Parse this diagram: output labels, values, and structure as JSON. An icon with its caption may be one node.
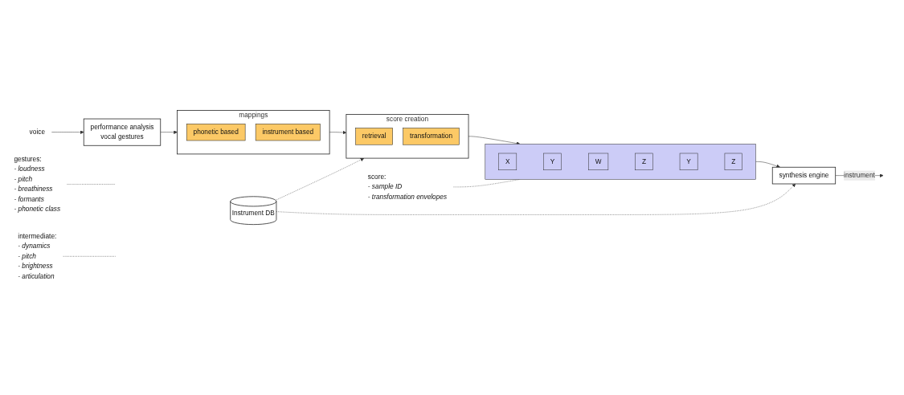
{
  "diagram": {
    "nodes": [
      {
        "text": [
          "voice"
        ]
      },
      {
        "text": [
          "performance analysis",
          "vocal gestures"
        ]
      },
      {
        "text": [
          "mappings"
        ]
      },
      {
        "text": [
          "phonetic based"
        ],
        "in": 2
      },
      {
        "text": [
          "instrument based"
        ],
        "in": 2
      },
      {
        "text": [
          "score creation"
        ]
      },
      {
        "text": [
          "retrieval"
        ],
        "in": 5
      },
      {
        "text": [
          "transformation"
        ],
        "in": 5
      },
      {
        "text": [],
        "shape": "bar"
      },
      {
        "text": [
          "X"
        ],
        "in": 8
      },
      {
        "text": [
          "Y"
        ],
        "in": 8
      },
      {
        "text": [
          "W"
        ],
        "in": 8
      },
      {
        "text": [
          "Z"
        ],
        "in": 8
      },
      {
        "text": [
          "Y"
        ],
        "in": 8
      },
      {
        "text": [
          "Z"
        ],
        "in": 8
      },
      {
        "text": [
          "synthesis engine"
        ]
      },
      {
        "text": [
          "Instrument DB"
        ]
      },
      {
        "text": [
          "gestures:",
          "- loudness",
          "- pitch",
          "- breathiness",
          "- formants",
          "- phonetic class"
        ]
      },
      {
        "text": [
          "intermediate:",
          "- dynamics",
          "- pitch",
          "- brightness",
          "- articulation"
        ]
      },
      {
        "text": [
          "score:",
          "- sample ID",
          "- transformation envelopes"
        ]
      }
    ],
    "edges": [
      {
        "from": 0,
        "to": 1,
        "arrow": "to"
      },
      {
        "from": 1,
        "to": 2,
        "arrow": "to"
      },
      {
        "from": 2,
        "to": 5,
        "arrow": "to"
      },
      {
        "from": 5,
        "to": 8,
        "arrow": "to"
      },
      {
        "from": 8,
        "to": 15,
        "arrow": "to"
      },
      {
        "from": 16,
        "to": 5,
        "arrow": "to",
        "style": "dashed"
      },
      {
        "from": 16,
        "to": 15,
        "arrow": "to",
        "style": "dashed"
      },
      {
        "from": 15,
        "to": null,
        "arrow": "to",
        "label": "instrument"
      },
      {
        "from": 17,
        "to": null,
        "arrow": "none",
        "style": "dashed"
      },
      {
        "from": 18,
        "to": null,
        "arrow": "none",
        "style": "dashed"
      },
      {
        "from": 19,
        "to": 8,
        "arrow": "none",
        "style": "dashed"
      }
    ]
  }
}
